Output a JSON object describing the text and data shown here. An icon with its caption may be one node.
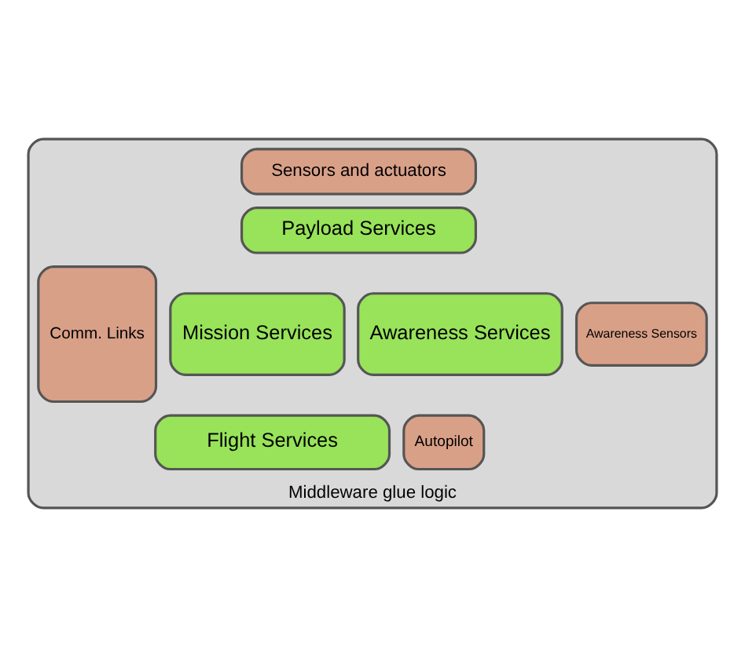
{
  "diagram": {
    "nodes": [
      {
        "text": [
          "Middleware glue logic"
        ]
      },
      {
        "text": [
          "Sensors and actuators"
        ],
        "in": 0
      },
      {
        "text": [
          "Payload Services"
        ],
        "in": 0
      },
      {
        "text": [
          "Comm. Links"
        ],
        "in": 0
      },
      {
        "text": [
          "Mission Services"
        ],
        "in": 0
      },
      {
        "text": [
          "Awareness Services"
        ],
        "in": 0
      },
      {
        "text": [
          "Awareness Sensors"
        ],
        "in": 0
      },
      {
        "text": [
          "Flight Services"
        ],
        "in": 0
      },
      {
        "text": [
          "Autopilot"
        ],
        "in": 0
      }
    ],
    "edges": []
  }
}
